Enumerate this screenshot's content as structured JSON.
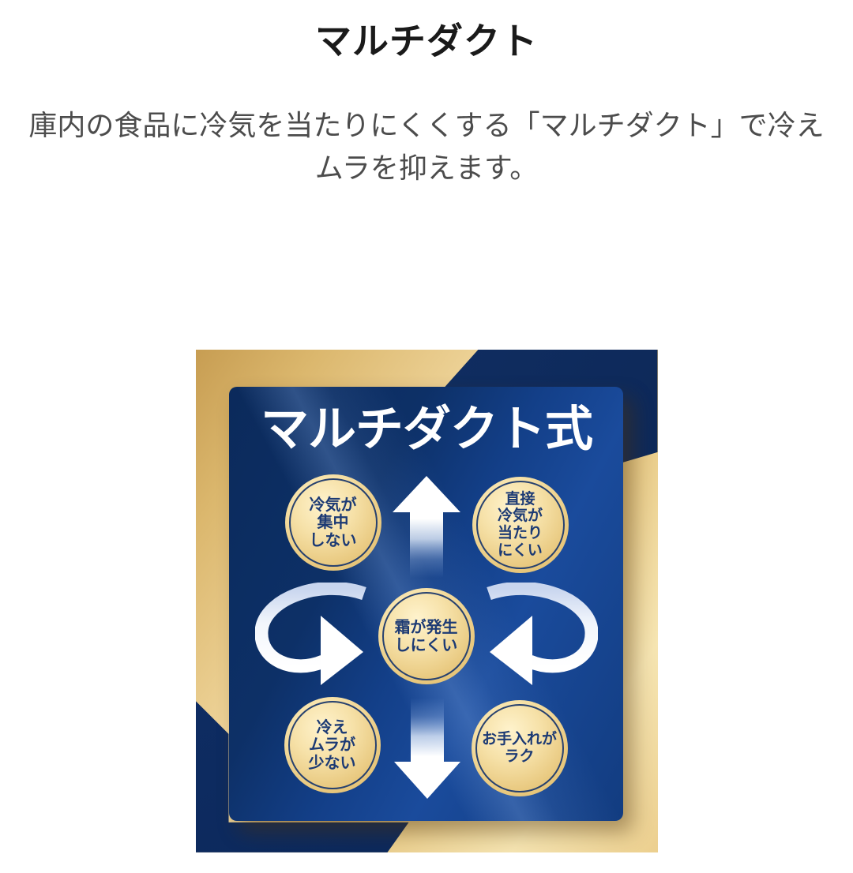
{
  "page": {
    "title": "マルチダクト",
    "description_lines": [
      "庫内の食品に冷気を当たりにくくする「マルチダクト」で冷え",
      "ムラを抑えます。"
    ]
  },
  "graphic": {
    "panel_title": "マルチダクト式",
    "benefits": [
      {
        "position": "top-left",
        "lines": [
          "冷気が",
          "集中",
          "しない"
        ]
      },
      {
        "position": "top-right",
        "lines": [
          "直接",
          "冷気が",
          "当たり",
          "にくい"
        ]
      },
      {
        "position": "center",
        "lines": [
          "霜が発生",
          "しにくい"
        ]
      },
      {
        "position": "bottom-left",
        "lines": [
          "冷え",
          "ムラが",
          "少ない"
        ]
      },
      {
        "position": "bottom-right",
        "lines": [
          "お手入れが",
          "ラク"
        ]
      }
    ],
    "icons": {
      "up": "arrow-up",
      "down": "arrow-down",
      "left": "curved-arrow-left",
      "right": "curved-arrow-right"
    },
    "colors": {
      "gold": "#e9cb87",
      "gold_dark": "#c89a4e",
      "navy": "#0d2b5e",
      "panel_blue": "#12418c",
      "circle_text_navy": "#1c3a74",
      "title_white": "#ffffff"
    }
  }
}
